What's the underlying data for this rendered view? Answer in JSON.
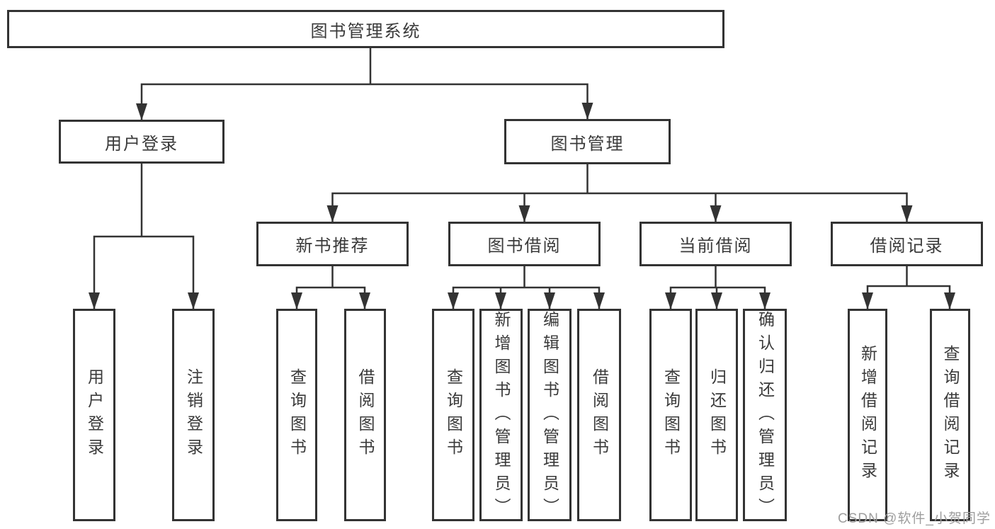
{
  "colors": {
    "background": "#ffffff",
    "line": "#333333",
    "box_border": "#333333",
    "text": "#3a3a3a",
    "watermark": "#9e9e9e"
  },
  "tree": {
    "root": "图书管理系统",
    "branches": [
      {
        "label": "用户登录",
        "children": [
          "用户登录",
          "注销登录"
        ]
      },
      {
        "label": "图书管理",
        "children": [
          {
            "label": "新书推荐",
            "children": [
              "查询图书",
              "借阅图书"
            ]
          },
          {
            "label": "图书借阅",
            "children": [
              "查询图书",
              "新增图书（管理员）",
              "编辑图书（管理员）",
              "借阅图书"
            ]
          },
          {
            "label": "当前借阅",
            "children": [
              "查询图书",
              "归还图书",
              "确认归还（管理员）"
            ]
          },
          {
            "label": "借阅记录",
            "children": [
              "新增借阅记录",
              "查询借阅记录"
            ]
          }
        ]
      }
    ]
  },
  "watermark": "CSDN @软件_小贺同学"
}
